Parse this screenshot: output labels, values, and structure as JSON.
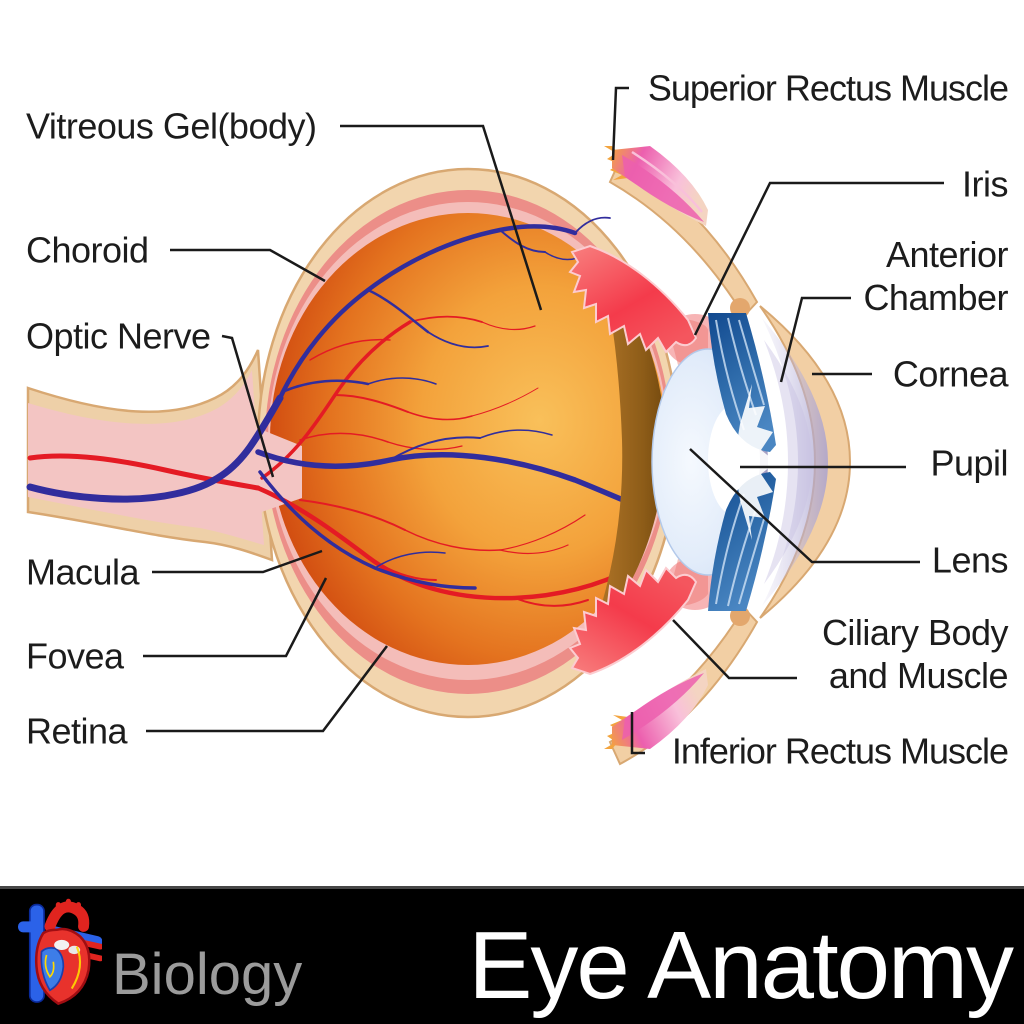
{
  "labels": {
    "vitreous_gel": "Vitreous Gel(body)",
    "choroid": "Choroid",
    "optic_nerve": "Optic Nerve",
    "macula": "Macula",
    "fovea": "Fovea",
    "retina": "Retina",
    "superior_rectus_muscle": "Superior Rectus Muscle",
    "iris": "Iris",
    "anterior_chamber": "Anterior Chamber",
    "cornea": "Cornea",
    "pupil": "Pupil",
    "lens": "Lens",
    "ciliary_body": "Ciliary Body and Muscle",
    "inferior_rectus_muscle": "Inferior Rectus Muscle"
  },
  "footer": {
    "subject": "Biology",
    "title": "Eye Anatomy",
    "bar_color": "#000000",
    "subject_color": "#9b9b9b",
    "title_color": "#ffffff"
  },
  "icons": {
    "heart": "anatomical-heart-icon"
  },
  "colors": {
    "sclera_tan": "#f2d5ae",
    "sclera_outline": "#d8a872",
    "choroid_salmon": "#ec8e88",
    "retina_pink": "#f4bdb9",
    "fundus_center_orange": "#f9c05a",
    "fundus_edge_red": "#b81e03",
    "vessel_red": "#e41b24",
    "vessel_blue": "#312d9d",
    "iris_blue": "#2f6cab",
    "iris_navy": "#11498f",
    "lens_blue": "#c9daf3",
    "cornea_lavender": "#a9a2cf",
    "ciliary_red": "#f43b4b",
    "muscle_magenta": "#ec5fae",
    "muscle_pink": "#f9c0da",
    "muscle_orange": "#f3a43e",
    "leader_line": "#1a1a1a"
  }
}
